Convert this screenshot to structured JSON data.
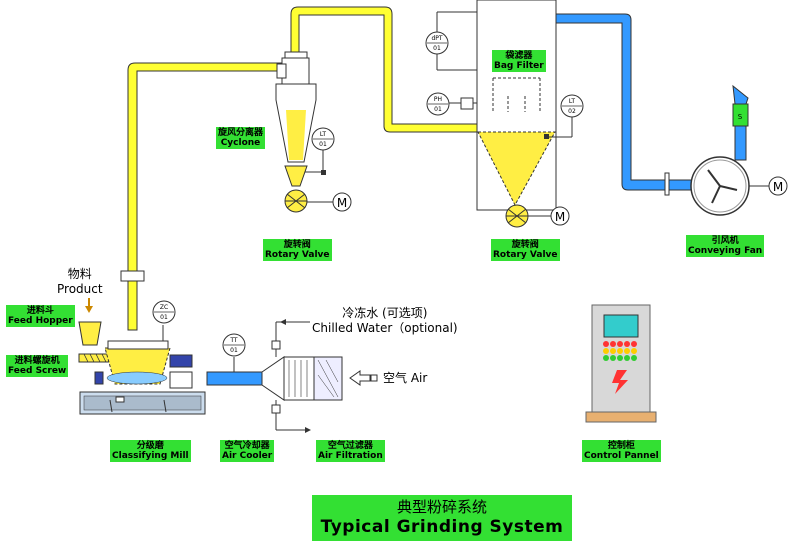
{
  "labels": {
    "bag_filter_cn": "袋滤器",
    "bag_filter_en": "Bag Filter",
    "cyclone_cn": "旋风分离器",
    "cyclone_en": "Cyclone",
    "rotary_valve_1_cn": "旋转阀",
    "rotary_valve_1_en": "Rotary Valve",
    "rotary_valve_2_cn": "旋转阀",
    "rotary_valve_2_en": "Rotary Valve",
    "fan_cn": "引风机",
    "fan_en": "Conveying Fan",
    "product_cn": "物料",
    "product_en": "Product",
    "feed_hopper_cn": "进料斗",
    "feed_hopper_en": "Feed Hopper",
    "feed_screw_cn": "进料螺旋机",
    "feed_screw_en": "Feed Screw",
    "chilled_water_cn": "冷冻水 (可选项)",
    "chilled_water_en": "Chilled Water（optional)",
    "air_cn": "空气",
    "air_en": "Air",
    "mill_cn": "分级磨",
    "mill_en": "Classifying Mill",
    "air_cooler_cn": "空气冷却器",
    "air_cooler_en": "Air Cooler",
    "air_filtration_cn": "空气过滤器",
    "air_filtration_en": "Air Filtration",
    "control_cn": "控制柜",
    "control_en": "Control Pannel"
  },
  "instruments": {
    "dpt_tag": "dPT",
    "dpt_num": "01",
    "ph_tag": "PH",
    "ph_num": "01",
    "lt2_tag": "LT",
    "lt2_num": "02",
    "lt1_tag": "LT",
    "lt1_num": "01",
    "zc_tag": "ZC",
    "zc_num": "01",
    "tt_tag": "TT",
    "tt_num": "01",
    "fan_sensor": "S",
    "motor": "M"
  },
  "title": {
    "cn": "典型粉碎系统",
    "en": "Typical Grinding System"
  },
  "colors": {
    "product_line": "#ffff33",
    "air_line": "#3399ff",
    "label_bg": "#33e033",
    "dust": "#ffee44"
  }
}
